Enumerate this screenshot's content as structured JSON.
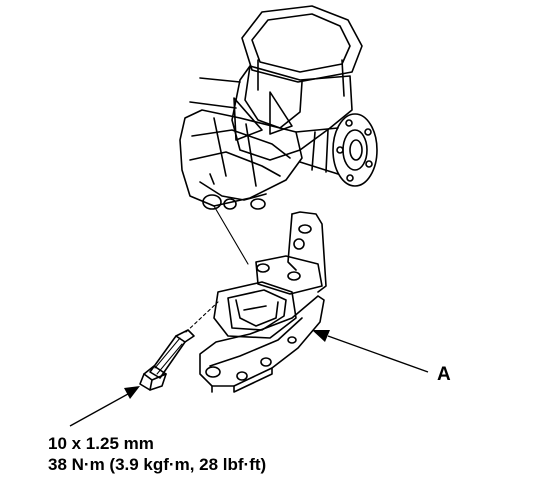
{
  "diagram": {
    "callout_letter": "A",
    "bolt_spec": {
      "size": "10 x 1.25 mm",
      "torque": "38 N·m (3.9 kgf·m, 28 lbf·ft)"
    }
  }
}
